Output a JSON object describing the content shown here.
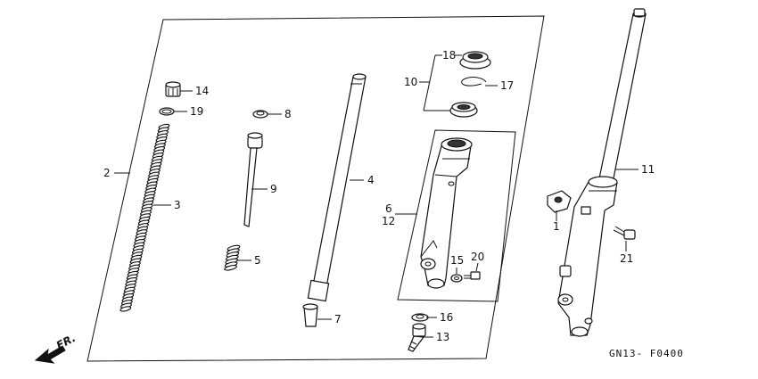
{
  "diagram": {
    "code": "GN13- F0400",
    "direction_label": "FR.",
    "callouts": [
      {
        "id": "c1",
        "text": "1"
      },
      {
        "id": "c2",
        "text": "2"
      },
      {
        "id": "c3",
        "text": "3"
      },
      {
        "id": "c4",
        "text": "4"
      },
      {
        "id": "c5",
        "text": "5"
      },
      {
        "id": "c6",
        "text": "6"
      },
      {
        "id": "c7",
        "text": "7"
      },
      {
        "id": "c8",
        "text": "8"
      },
      {
        "id": "c9",
        "text": "9"
      },
      {
        "id": "c10",
        "text": "10"
      },
      {
        "id": "c11",
        "text": "11"
      },
      {
        "id": "c12",
        "text": "12"
      },
      {
        "id": "c13",
        "text": "13"
      },
      {
        "id": "c14",
        "text": "14"
      },
      {
        "id": "c15",
        "text": "15"
      },
      {
        "id": "c16",
        "text": "16"
      },
      {
        "id": "c17",
        "text": "17"
      },
      {
        "id": "c18",
        "text": "18"
      },
      {
        "id": "c19",
        "text": "19"
      },
      {
        "id": "c20",
        "text": "20"
      },
      {
        "id": "c21",
        "text": "21"
      }
    ]
  }
}
